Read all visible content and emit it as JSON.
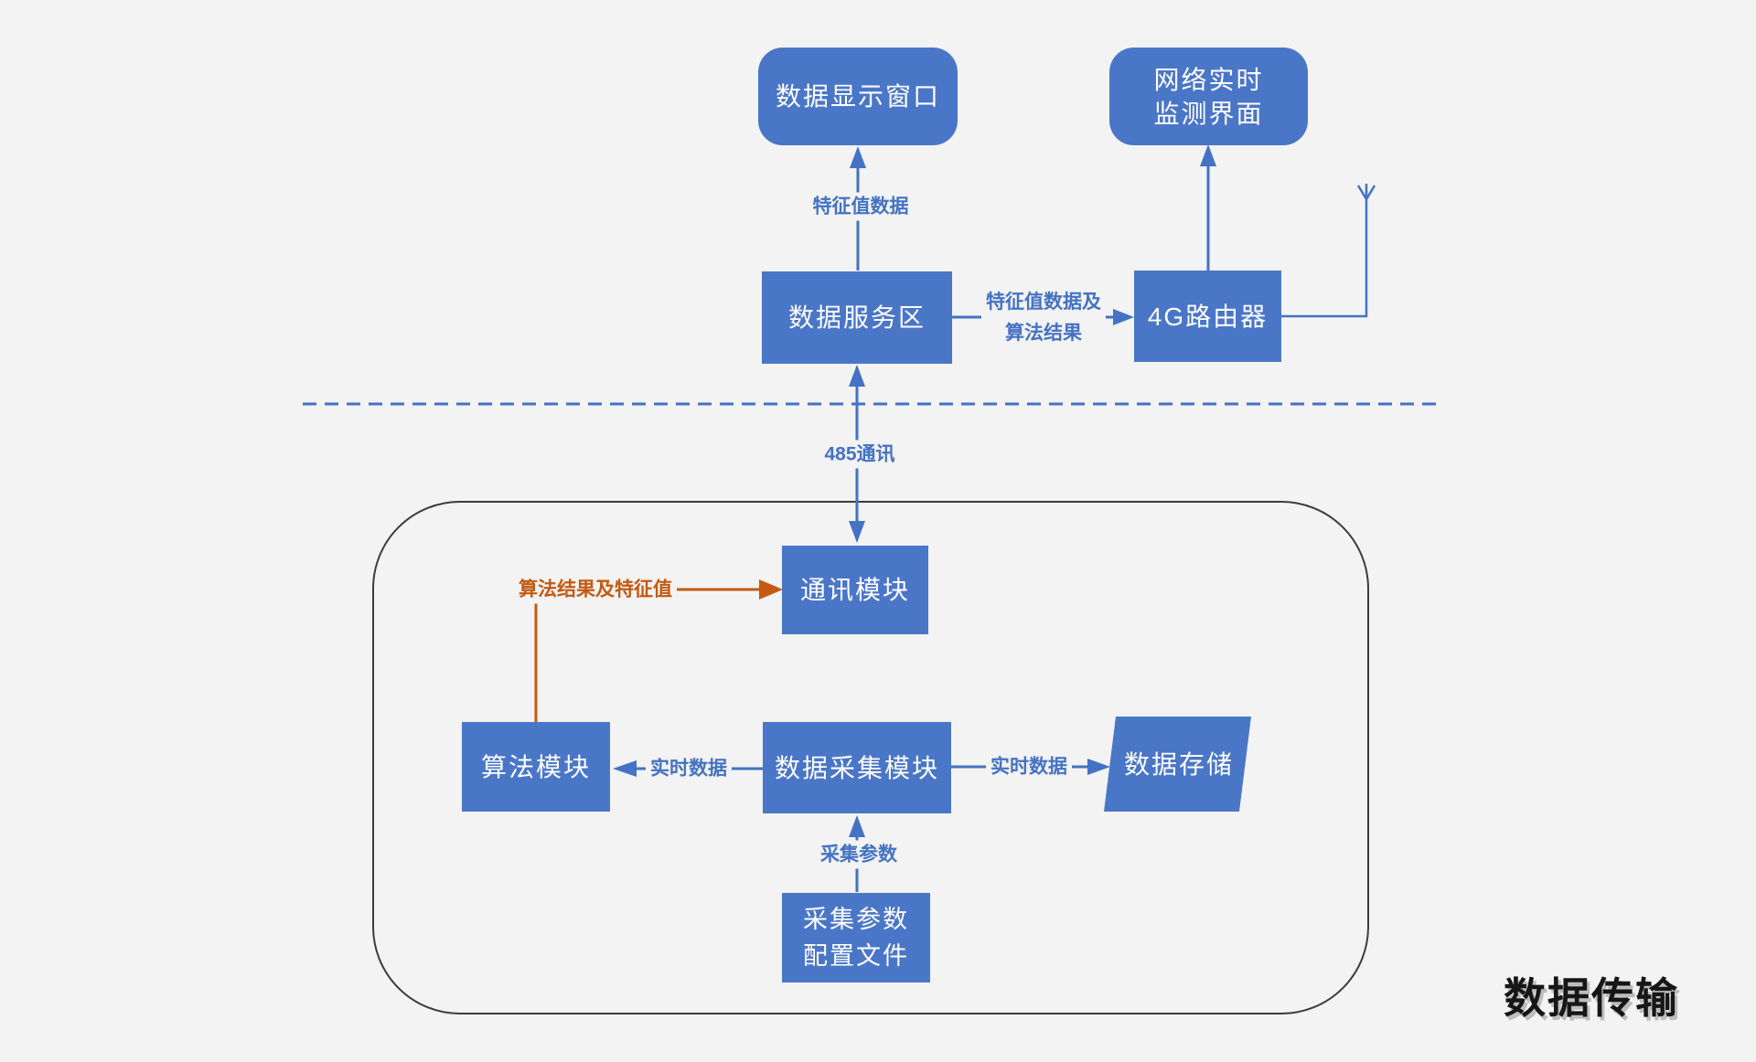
{
  "page_title": "数据传输",
  "colors": {
    "background": "#f2f3f2",
    "node_fill": "#4a76c7",
    "node_text": "#ffffff",
    "edge_blue": "#4472c4",
    "edge_orange": "#c45911",
    "container_border": "#3c3c3c",
    "title_text": "#161616"
  },
  "nodes": {
    "data_display_window": {
      "label": "数据显示窗口"
    },
    "network_monitor": {
      "lines": [
        "网络实时",
        "监测界面"
      ]
    },
    "data_service_area": {
      "label": "数据服务区"
    },
    "router_4g": {
      "label": "4G路由器"
    },
    "comm_module": {
      "label": "通讯模块"
    },
    "algorithm_module": {
      "label": "算法模块"
    },
    "data_acquisition_module": {
      "label": "数据采集模块"
    },
    "data_storage": {
      "label": "数据存储"
    },
    "acquisition_config_file": {
      "lines": [
        "采集参数",
        "配置文件"
      ]
    }
  },
  "edge_labels": {
    "feature_value_data": "特征值数据",
    "feature_value_data_and_algo_results": [
      "特征值数据及",
      "算法结果"
    ],
    "comm_485": "485通讯",
    "algo_results_and_features": "算法结果及特征值",
    "realtime_data_left": "实时数据",
    "realtime_data_right": "实时数据",
    "acquisition_params": "采集参数"
  }
}
